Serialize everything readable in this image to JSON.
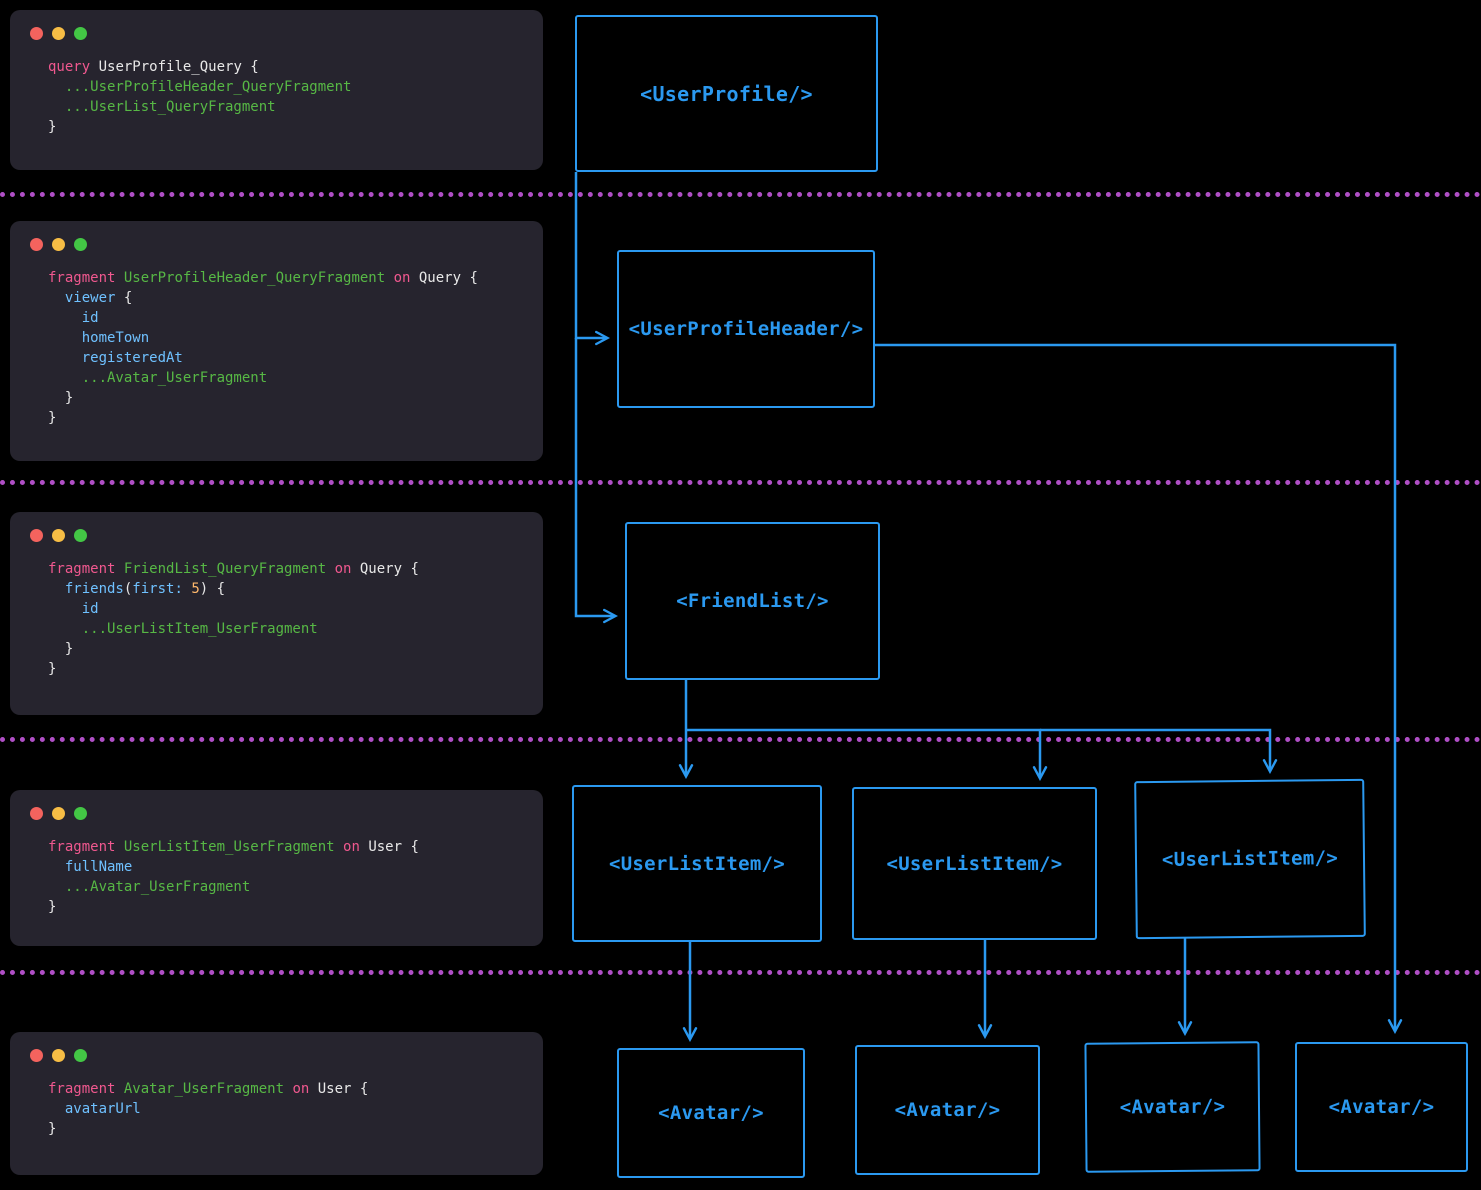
{
  "colors": {
    "background": "#000000",
    "panel_bg": "#26242e",
    "accent_blue": "#2b99f0",
    "separator_purple": "#b04fc6",
    "token_keyword": "#f0588f",
    "token_fragment": "#57b845",
    "token_field": "#6fc1ff",
    "token_number": "#ffb86c",
    "token_plain": "#e8e8e8",
    "traffic_red": "#f4635e",
    "traffic_yellow": "#f7bd45",
    "traffic_green": "#43c645"
  },
  "panels": [
    {
      "name": "user-profile-query",
      "lines": [
        [
          {
            "t": "query",
            "c": "kw"
          },
          {
            "t": " UserProfile_Query {",
            "c": "pl"
          }
        ],
        [
          {
            "t": "  ...UserProfileHeader_QueryFragment",
            "c": "fr"
          }
        ],
        [
          {
            "t": "  ...UserList_QueryFragment",
            "c": "fr"
          }
        ],
        [
          {
            "t": "}",
            "c": "pl"
          }
        ]
      ]
    },
    {
      "name": "user-profile-header-fragment",
      "lines": [
        [
          {
            "t": "fragment",
            "c": "kw"
          },
          {
            "t": " UserProfileHeader_QueryFragment",
            "c": "fr"
          },
          {
            "t": " on",
            "c": "kw"
          },
          {
            "t": " Query {",
            "c": "pl"
          }
        ],
        [
          {
            "t": "  viewer",
            "c": "fd"
          },
          {
            "t": " {",
            "c": "pl"
          }
        ],
        [
          {
            "t": "    id",
            "c": "fd"
          }
        ],
        [
          {
            "t": "    homeTown",
            "c": "fd"
          }
        ],
        [
          {
            "t": "    registeredAt",
            "c": "fd"
          }
        ],
        [
          {
            "t": "    ...Avatar_UserFragment",
            "c": "fr"
          }
        ],
        [
          {
            "t": "  }",
            "c": "pl"
          }
        ],
        [
          {
            "t": "}",
            "c": "pl"
          }
        ]
      ]
    },
    {
      "name": "friend-list-fragment",
      "lines": [
        [
          {
            "t": "fragment",
            "c": "kw"
          },
          {
            "t": " FriendList_QueryFragment",
            "c": "fr"
          },
          {
            "t": " on",
            "c": "kw"
          },
          {
            "t": " Query {",
            "c": "pl"
          }
        ],
        [
          {
            "t": "  friends",
            "c": "fd"
          },
          {
            "t": "(",
            "c": "pl"
          },
          {
            "t": "first:",
            "c": "fd"
          },
          {
            "t": " ",
            "c": "pl"
          },
          {
            "t": "5",
            "c": "nu"
          },
          {
            "t": ") {",
            "c": "pl"
          }
        ],
        [
          {
            "t": "    id",
            "c": "fd"
          }
        ],
        [
          {
            "t": "    ...UserListItem_UserFragment",
            "c": "fr"
          }
        ],
        [
          {
            "t": "  }",
            "c": "pl"
          }
        ],
        [
          {
            "t": "}",
            "c": "pl"
          }
        ]
      ]
    },
    {
      "name": "user-list-item-fragment",
      "lines": [
        [
          {
            "t": "fragment",
            "c": "kw"
          },
          {
            "t": " UserListItem_UserFragment",
            "c": "fr"
          },
          {
            "t": " on",
            "c": "kw"
          },
          {
            "t": " User {",
            "c": "pl"
          }
        ],
        [
          {
            "t": "  fullName",
            "c": "fd"
          }
        ],
        [
          {
            "t": "  ...Avatar_UserFragment",
            "c": "fr"
          }
        ],
        [
          {
            "t": "}",
            "c": "pl"
          }
        ]
      ]
    },
    {
      "name": "avatar-fragment",
      "lines": [
        [
          {
            "t": "fragment",
            "c": "kw"
          },
          {
            "t": " Avatar_UserFragment",
            "c": "fr"
          },
          {
            "t": " on",
            "c": "kw"
          },
          {
            "t": " User {",
            "c": "pl"
          }
        ],
        [
          {
            "t": "  avatarUrl",
            "c": "fd"
          }
        ],
        [
          {
            "t": "}",
            "c": "pl"
          }
        ]
      ]
    }
  ],
  "components": {
    "user_profile": "<UserProfile/>",
    "user_profile_header": "<UserProfileHeader/>",
    "friend_list": "<FriendList/>",
    "user_list_item": "<UserListItem/>",
    "avatar": "<Avatar/>"
  }
}
